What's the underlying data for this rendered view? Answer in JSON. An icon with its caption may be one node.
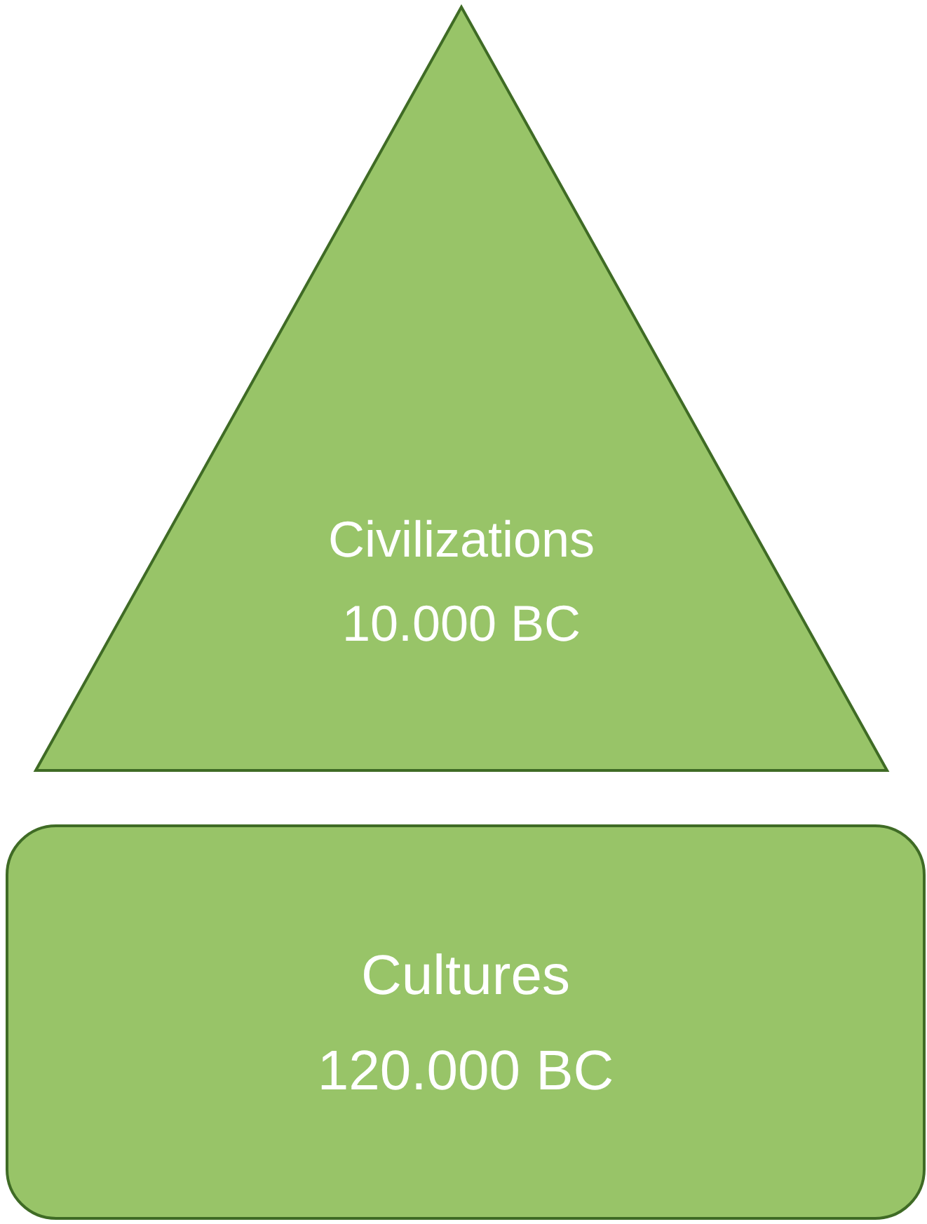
{
  "diagram": {
    "nodes": [
      {
        "text": [
          "Civilizations",
          "10.000 BC"
        ]
      },
      {
        "text": [
          "Cultures",
          "120.000 BC"
        ]
      }
    ]
  }
}
